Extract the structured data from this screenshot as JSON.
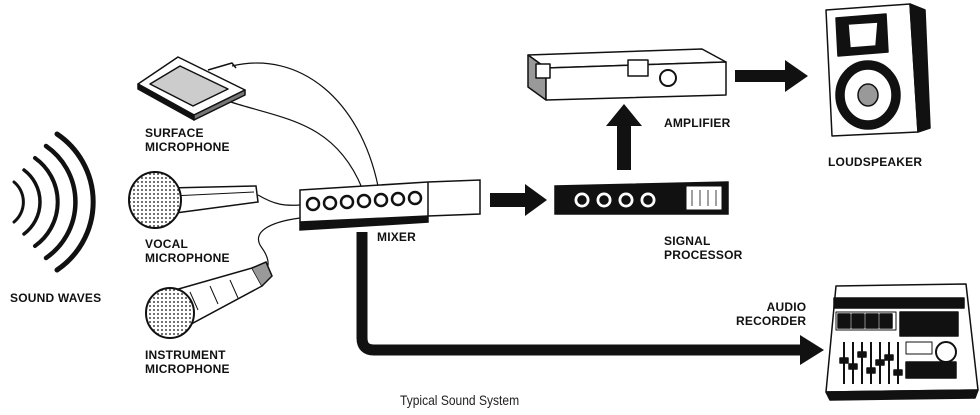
{
  "labels": {
    "surface_mic": [
      "SURFACE",
      "MICROPHONE"
    ],
    "vocal_mic": [
      "VOCAL",
      "MICROPHONE"
    ],
    "instrument_mic": [
      "INSTRUMENT",
      "MICROPHONE"
    ],
    "sound_waves": "SOUND WAVES",
    "mixer": "MIXER",
    "amplifier": "AMPLIFIER",
    "signal_processor": [
      "SIGNAL",
      "PROCESSOR"
    ],
    "loudspeaker": "LOUDSPEAKER",
    "audio_recorder": [
      "AUDIO",
      "RECORDER"
    ]
  },
  "caption": "Typical Sound System",
  "colors": {
    "ink": "#111111",
    "paper": "#ffffff",
    "shade": "#9a9a9a"
  }
}
